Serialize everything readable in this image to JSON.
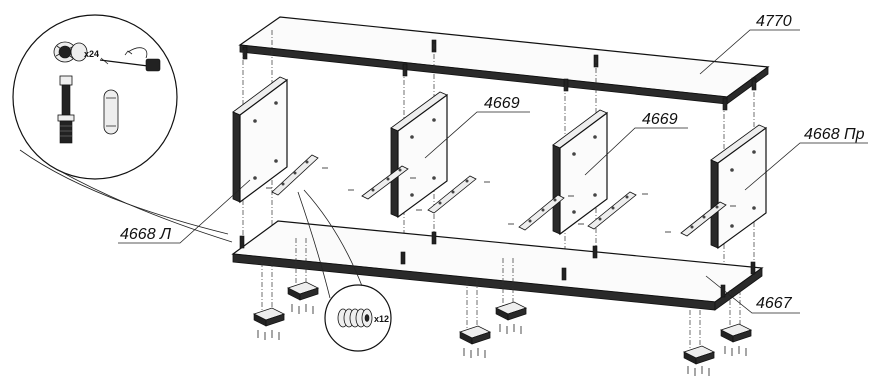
{
  "diagram": {
    "part_labels": {
      "top_shelf": "4770",
      "inner_panel_a": "4669",
      "inner_panel_b": "4669",
      "right_side": "4668 Пр",
      "left_side": "4668 Л",
      "bottom_shelf": "4667"
    },
    "callout_codes": {
      "fastener_code": "x24",
      "hinge_code": "x12"
    }
  }
}
